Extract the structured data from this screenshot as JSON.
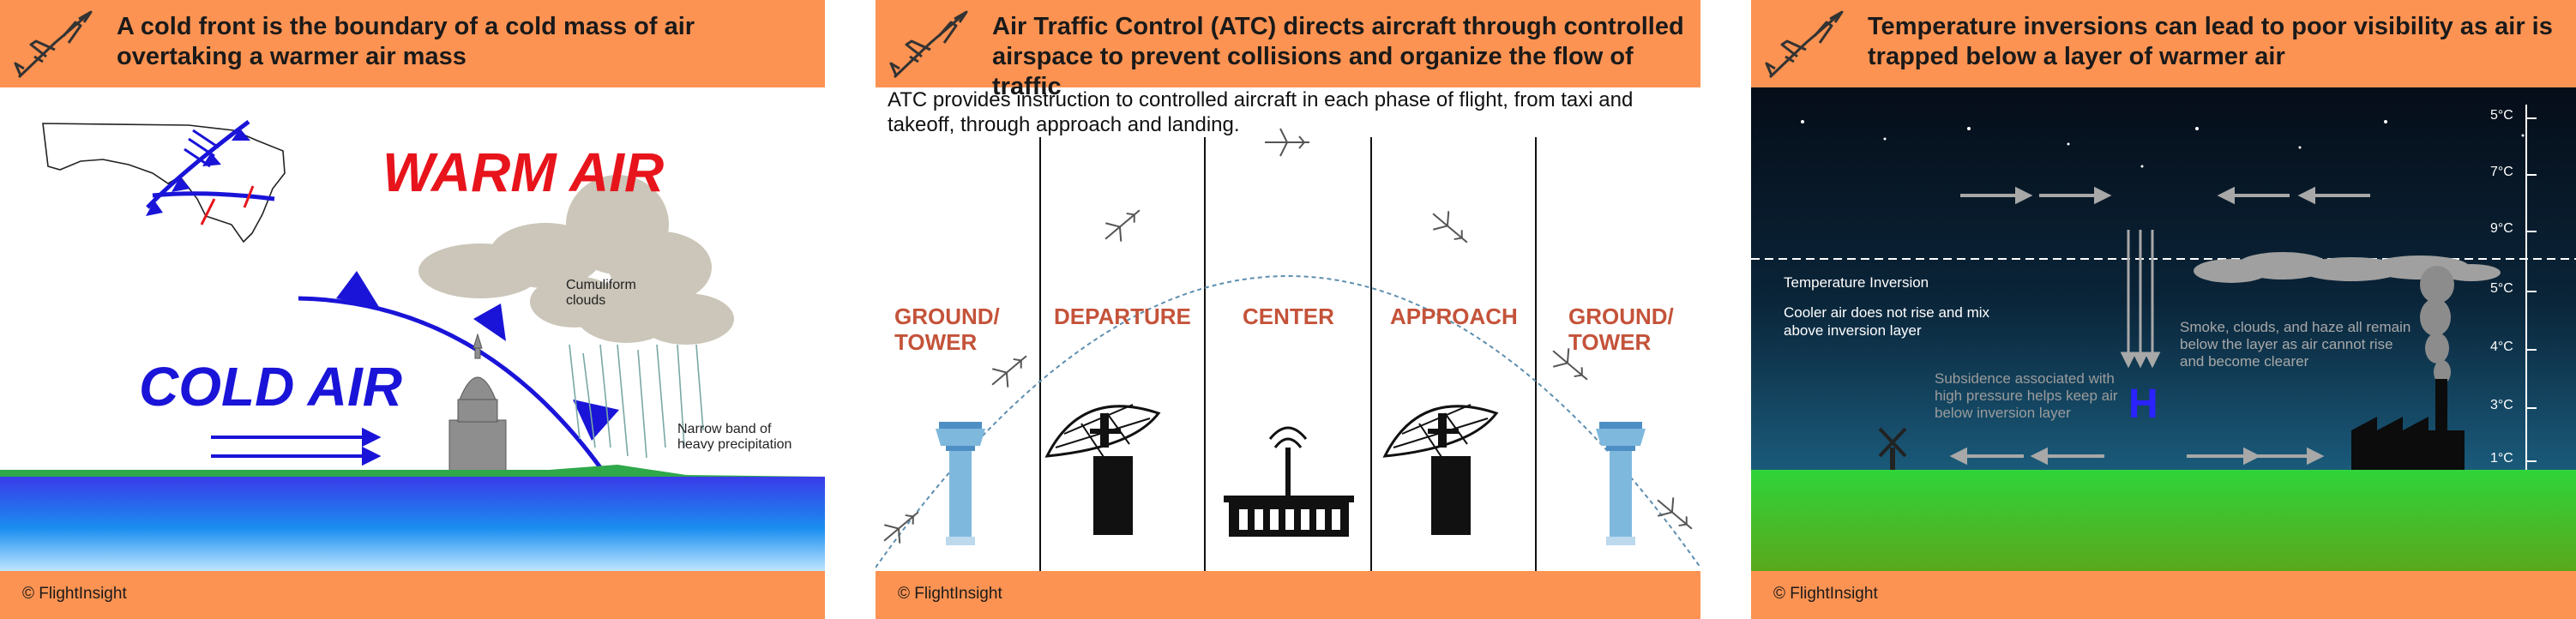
{
  "panels": [
    {
      "title": "A cold front is the boundary of a cold mass of air overtaking a warmer air mass",
      "warm_label": "WARM AIR",
      "cold_label": "COLD AIR",
      "cloud_label": "Cumuliform clouds",
      "precip_label": "Narrow band of heavy precipitation",
      "footer": "© FlightInsight"
    },
    {
      "title": "Air Traffic Control (ATC) directs aircraft through controlled airspace to prevent collisions and organize the flow of traffic",
      "intro": "ATC provides instruction to controlled aircraft in each phase of flight, from taxi and takeoff, through approach and landing.",
      "sectors": [
        "GROUND/ TOWER",
        "DEPARTURE",
        "CENTER",
        "APPROACH",
        "GROUND/ TOWER"
      ],
      "footer": "© FlightInsight"
    },
    {
      "title": "Temperature inversions can lead to poor visibility as air is trapped below a layer of warmer air",
      "temps": [
        "5°C",
        "7°C",
        "9°C",
        "5°C",
        "4°C",
        "3°C",
        "1°C"
      ],
      "inversion_label": "Temperature Inversion",
      "cool_label": "Cooler air does not rise and mix above inversion layer",
      "subsidence_label": "Subsidence associated with high pressure helps keep air below inversion layer",
      "smoke_label": "Smoke, clouds, and haze all remain below the layer as air cannot rise and become clearer",
      "pressure_symbol": "H",
      "footer": "© FlightInsight"
    }
  ],
  "colors": {
    "banner": "#fd9352",
    "warm": "#e8141c",
    "cold": "#1a14d8",
    "sector_text": "#c4533a",
    "night_sky": "#061a2e",
    "grass": "#2fc43a"
  }
}
